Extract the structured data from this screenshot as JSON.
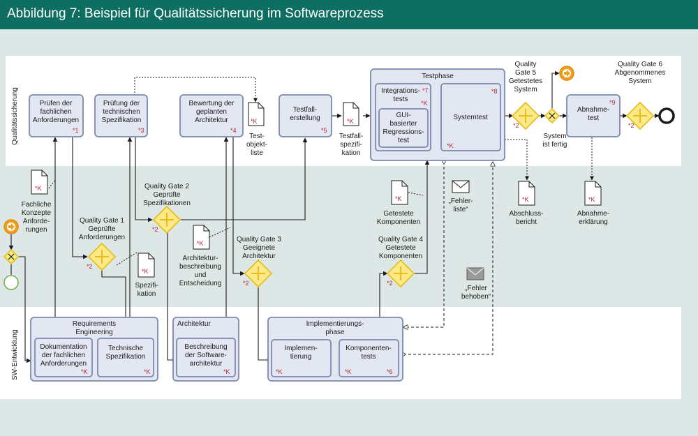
{
  "title": "Abbildung 7: Beispiel für Qualitätssicherung im Softwareprozess",
  "lanes": {
    "qs": "Qualitätssicherung",
    "sw": "SW-Entwicklung"
  },
  "tasks": {
    "pruefen_anf": [
      "Prüfen der",
      "fachlichen",
      "Anforderungen"
    ],
    "pruefen_anf_mark": "*1",
    "pruefung_spez": [
      "Prüfung der",
      "technischen",
      "Spezifikation"
    ],
    "pruefung_spez_mark": "*3",
    "bewertung_arch": [
      "Bewertung der",
      "geplanten",
      "Architektur"
    ],
    "bewertung_arch_mark": "*4",
    "testfall": [
      "Testfall-",
      "erstellung"
    ],
    "testfall_mark": "*5",
    "testphase": "Testphase",
    "integration": [
      "Integrations-",
      "tests"
    ],
    "integration_mark": "*7",
    "integration_k": "*K",
    "gui": [
      "GUI-",
      "basierter",
      "Regressions-",
      "test"
    ],
    "systemtest": "Systemtest",
    "systemtest_mark": "*8",
    "systemtest_k": "*K",
    "abnahmetest": [
      "Abnahme-",
      "test"
    ],
    "abnahmetest_mark": "*9",
    "req_eng": [
      "Requirements",
      "Engineering"
    ],
    "doku": [
      "Dokumentation",
      "der fachlichen",
      "Anforderungen"
    ],
    "doku_k": "*K",
    "tech_spez": [
      "Technische",
      "Spezifikation"
    ],
    "tech_spez_k": "*K",
    "architektur": "Architektur",
    "beschreibung": [
      "Beschreibung",
      "der Software-",
      "architektur"
    ],
    "beschreibung_k": "*K",
    "impl_phase": [
      "Implementierungs-",
      "phase"
    ],
    "implementierung": [
      "Implemen-",
      "tierung"
    ],
    "implementierung_k": "*K",
    "komponententests": [
      "Komponenten-",
      "tests"
    ],
    "komponententests_k": "*K",
    "komponententests_mark": "*6"
  },
  "documents": {
    "doc_mark": "*K",
    "testobjekt": [
      "Test-",
      "objekt-",
      "liste"
    ],
    "testfall_spez": [
      "Testfall-",
      "spezifi-",
      "kation"
    ],
    "fachliche_konzepte": [
      "Fachliche",
      "Konzepte",
      "Anforde-",
      "rungen"
    ],
    "spezifikation": [
      "Spezifi-",
      "kation"
    ],
    "arch_beschreibung": [
      "Architektur-",
      "beschreibung",
      "und",
      "Entscheidung"
    ],
    "getestete_komp": [
      "Getestete",
      "Komponenten"
    ],
    "abschlussbericht": [
      "Abschluss-",
      "bericht"
    ],
    "abnahmeerklaerung": [
      "Abnahme-",
      "erklärung"
    ]
  },
  "messages": {
    "fehlerliste": [
      "„Fehler-",
      "liste“"
    ],
    "fehler_behoben": [
      "„Fehler",
      "behoben“"
    ]
  },
  "gates": {
    "qg1": [
      "Quality Gate 1",
      "Geprüfte",
      "Anforderungen"
    ],
    "qg2": [
      "Quality Gate 2",
      "Geprüfte",
      "Spezifikationen"
    ],
    "qg3": [
      "Quality Gate 3",
      "Geeignete",
      "Architektur"
    ],
    "qg4": [
      "Quality Gate 4",
      "Getestete",
      "Komponenten"
    ],
    "qg5": [
      "Quality",
      "Gate 5",
      "Getestetes",
      "System"
    ],
    "qg6": [
      "Quality Gate 6",
      "Abgenommenes",
      "System"
    ],
    "gate_mark": "*2",
    "xor_label": [
      "System",
      "ist fertig"
    ]
  },
  "colors": {
    "title_bg": "#0f6e62",
    "task_fill": "#e2e7f2",
    "task_stroke": "#7b89ad",
    "gate_fill": "#fde987",
    "gate_stroke": "#e8be1c",
    "mark": "#b0283c",
    "event_orange": "#f0a020",
    "event_green": "#6ab04c"
  },
  "icons": {
    "start_event": "orange-start-circle",
    "end_event": "black-end-circle",
    "gate": "plus-diamond",
    "xor": "x-diamond",
    "message": "envelope"
  }
}
